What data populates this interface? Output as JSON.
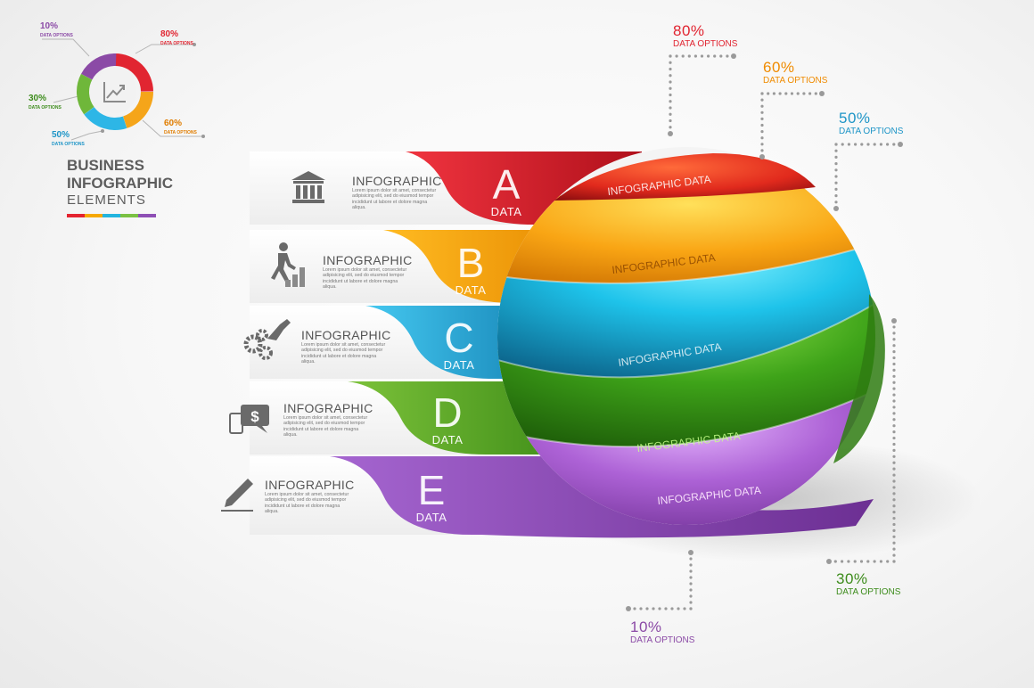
{
  "title": {
    "line1": "BUSINESS",
    "line2": "INFOGRAPHIC",
    "line3": "ELEMENTS"
  },
  "title_bar_colors": [
    "#e4232f",
    "#f6a800",
    "#22b4de",
    "#7ac143",
    "#8e4fb5"
  ],
  "mini_donut": {
    "segments": [
      {
        "pct": "80%",
        "option": "DATA OPTIONS",
        "color": "#e12531"
      },
      {
        "pct": "60%",
        "option": "DATA OPTIONS",
        "color": "#f5a51a"
      },
      {
        "pct": "50%",
        "option": "DATA OPTIONS",
        "color": "#2db6e6"
      },
      {
        "pct": "30%",
        "option": "DATA OPTIONS",
        "color": "#4b9d26"
      },
      {
        "pct": "10%",
        "option": "DATA OPTIONS",
        "color": "#8b4aa6"
      }
    ]
  },
  "rows": [
    {
      "letter": "A",
      "data": "DATA",
      "title": "INFOGRAPHIC",
      "desc": "Lorem ipsum dolor sit amet, consectetur adipisicing elit, sed do eiusmod tempor incididunt ut labore et dolore magna aliqua.",
      "icon": "bank-icon",
      "color": "#e12531"
    },
    {
      "letter": "B",
      "data": "DATA",
      "title": "INFOGRAPHIC",
      "desc": "Lorem ipsum dolor sit amet, consectetur adipisicing elit, sed do eiusmod tempor incididunt ut labore et dolore magna aliqua.",
      "icon": "climbing-stairs-icon",
      "color": "#f5a51a"
    },
    {
      "letter": "C",
      "data": "DATA",
      "title": "INFOGRAPHIC",
      "desc": "Lorem ipsum dolor sit amet, consectetur adipisicing elit, sed do eiusmod tempor incididunt ut labore et dolore magna aliqua.",
      "icon": "gears-hand-icon",
      "color": "#2db6e6"
    },
    {
      "letter": "D",
      "data": "DATA",
      "title": "INFOGRAPHIC",
      "desc": "Lorem ipsum dolor sit amet, consectetur adipisicing elit, sed do eiusmod tempor incididunt ut labore et dolore magna aliqua.",
      "icon": "dollar-chat-icon",
      "color": "#5fae2a"
    },
    {
      "letter": "E",
      "data": "DATA",
      "title": "INFOGRAPHIC",
      "desc": "Lorem ipsum dolor sit amet, consectetur adipisicing elit, sed do eiusmod tempor incididunt ut labore et dolore magna aliqua.",
      "icon": "pen-icon",
      "color": "#9a55c0"
    }
  ],
  "sphere_bands": [
    "INFOGRAPHIC DATA",
    "INFOGRAPHIC DATA",
    "INFOGRAPHIC DATA",
    "INFOGRAPHIC DATA",
    "INFOGRAPHIC DATA"
  ],
  "big_labels": [
    {
      "pct": "80%",
      "option": "DATA OPTIONS",
      "color": "#e12531"
    },
    {
      "pct": "60%",
      "option": "DATA OPTIONS",
      "color": "#f08b00"
    },
    {
      "pct": "50%",
      "option": "DATA OPTIONS",
      "color": "#1e95c7"
    },
    {
      "pct": "30%",
      "option": "DATA OPTIONS",
      "color": "#3d8c1c"
    },
    {
      "pct": "10%",
      "option": "DATA OPTIONS",
      "color": "#8b4aa6"
    }
  ]
}
